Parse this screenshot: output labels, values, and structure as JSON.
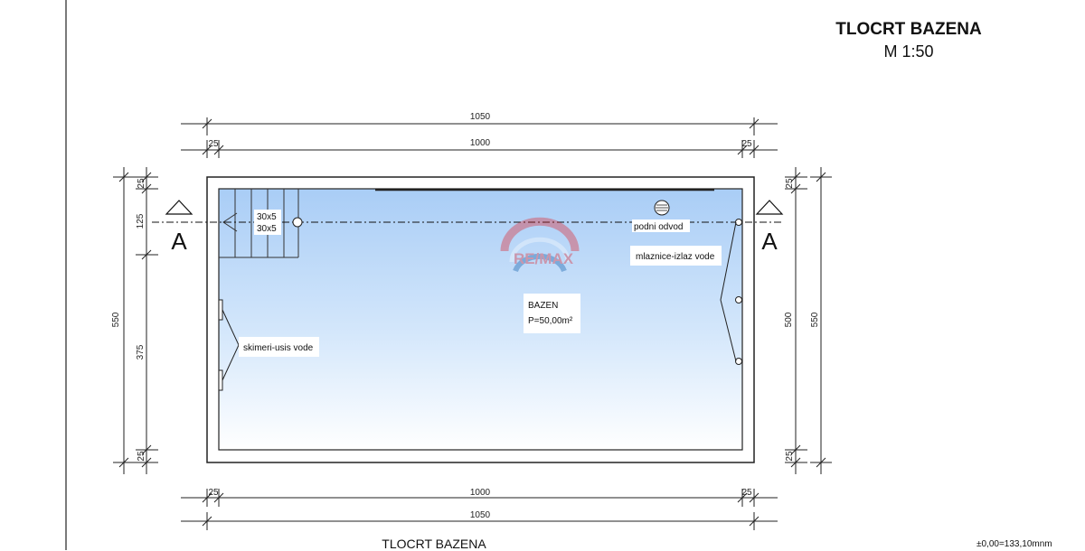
{
  "sheet": {
    "title": "TLOCRT BAZENA",
    "scale": "M 1:50",
    "footer_title": "TLOCRT BAZENA",
    "elevation": "±0,00=133,10mnm"
  },
  "dimensions": {
    "top_overall": "1050",
    "top_inner": "1000",
    "top_left_wall": "25",
    "top_right_wall": "25",
    "bottom_inner": "1000",
    "bottom_overall": "1050",
    "bottom_left_wall": "25",
    "bottom_right_wall": "25",
    "left_overall": "550",
    "left_wall_top": "25",
    "left_stair_zone": "125",
    "left_rest": "375",
    "left_wall_bottom": "25",
    "right_overall": "550",
    "right_inner": "500",
    "right_wall_top": "25",
    "right_wall_bottom": "25"
  },
  "section": {
    "left_marker": "A",
    "right_marker": "A"
  },
  "pool": {
    "name": "BAZEN",
    "area": "P=50,00m²"
  },
  "labels": {
    "stair_1": "30x5",
    "stair_2": "30x5",
    "drain": "podni odvod",
    "jets": "mlaznice-izlaz vode",
    "skimmers": "skimeri-usis vode"
  },
  "watermark": "RE/MAX",
  "colors": {
    "water_top": "#a9cdf6",
    "water_bottom": "#ffffff",
    "line": "#1a1a1a",
    "watermark_red": "#e11b22",
    "watermark_blue": "#0054a4"
  }
}
